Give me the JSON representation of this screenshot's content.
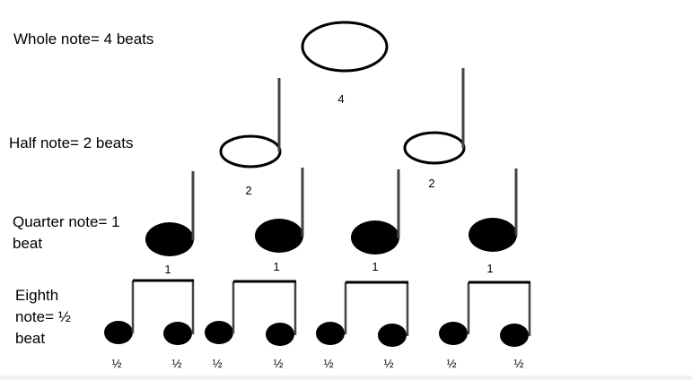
{
  "labels": {
    "whole": "Whole note= 4 beats",
    "half": "Half note= 2 beats",
    "quarter": "Quarter note= 1 beat",
    "eighth": "Eighth note= ½ beat"
  },
  "beats": {
    "whole": "4",
    "half": [
      "2",
      "2"
    ],
    "quarter": [
      "1",
      "1",
      "1",
      "1"
    ],
    "eighth": [
      "½",
      "½",
      "½",
      "½",
      "½",
      "½",
      "½",
      "½"
    ]
  },
  "colors": {
    "ink": "#000000",
    "stem": "#444444",
    "background": "#ffffff"
  }
}
